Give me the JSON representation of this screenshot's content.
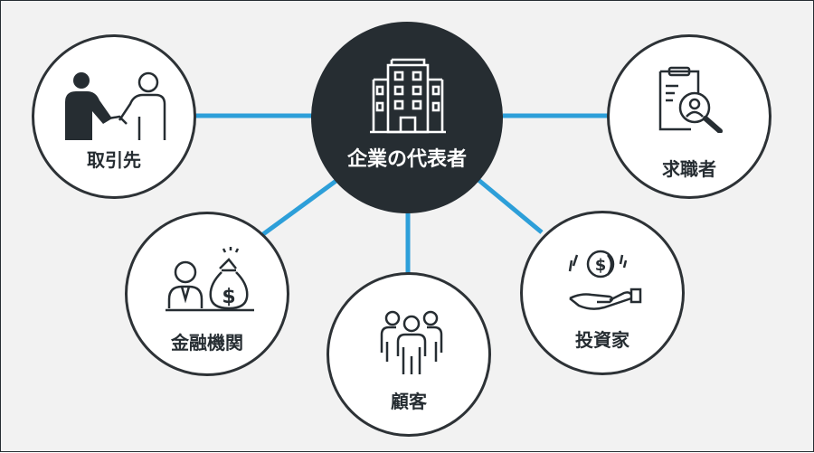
{
  "diagram": {
    "colors": {
      "connector": "#2d9fd9",
      "center_fill": "#262d32",
      "node_border": "#2d3236",
      "background": "#f2f2f2"
    },
    "center": {
      "label": "企業の代表者",
      "icon": "office-building-icon"
    },
    "nodes": [
      {
        "label": "取引先",
        "icon": "handshake-icon"
      },
      {
        "label": "求職者",
        "icon": "resume-search-icon"
      },
      {
        "label": "金融機関",
        "icon": "banker-money-bag-icon"
      },
      {
        "label": "顧客",
        "icon": "people-group-icon"
      },
      {
        "label": "投資家",
        "icon": "hand-coin-icon"
      }
    ]
  }
}
